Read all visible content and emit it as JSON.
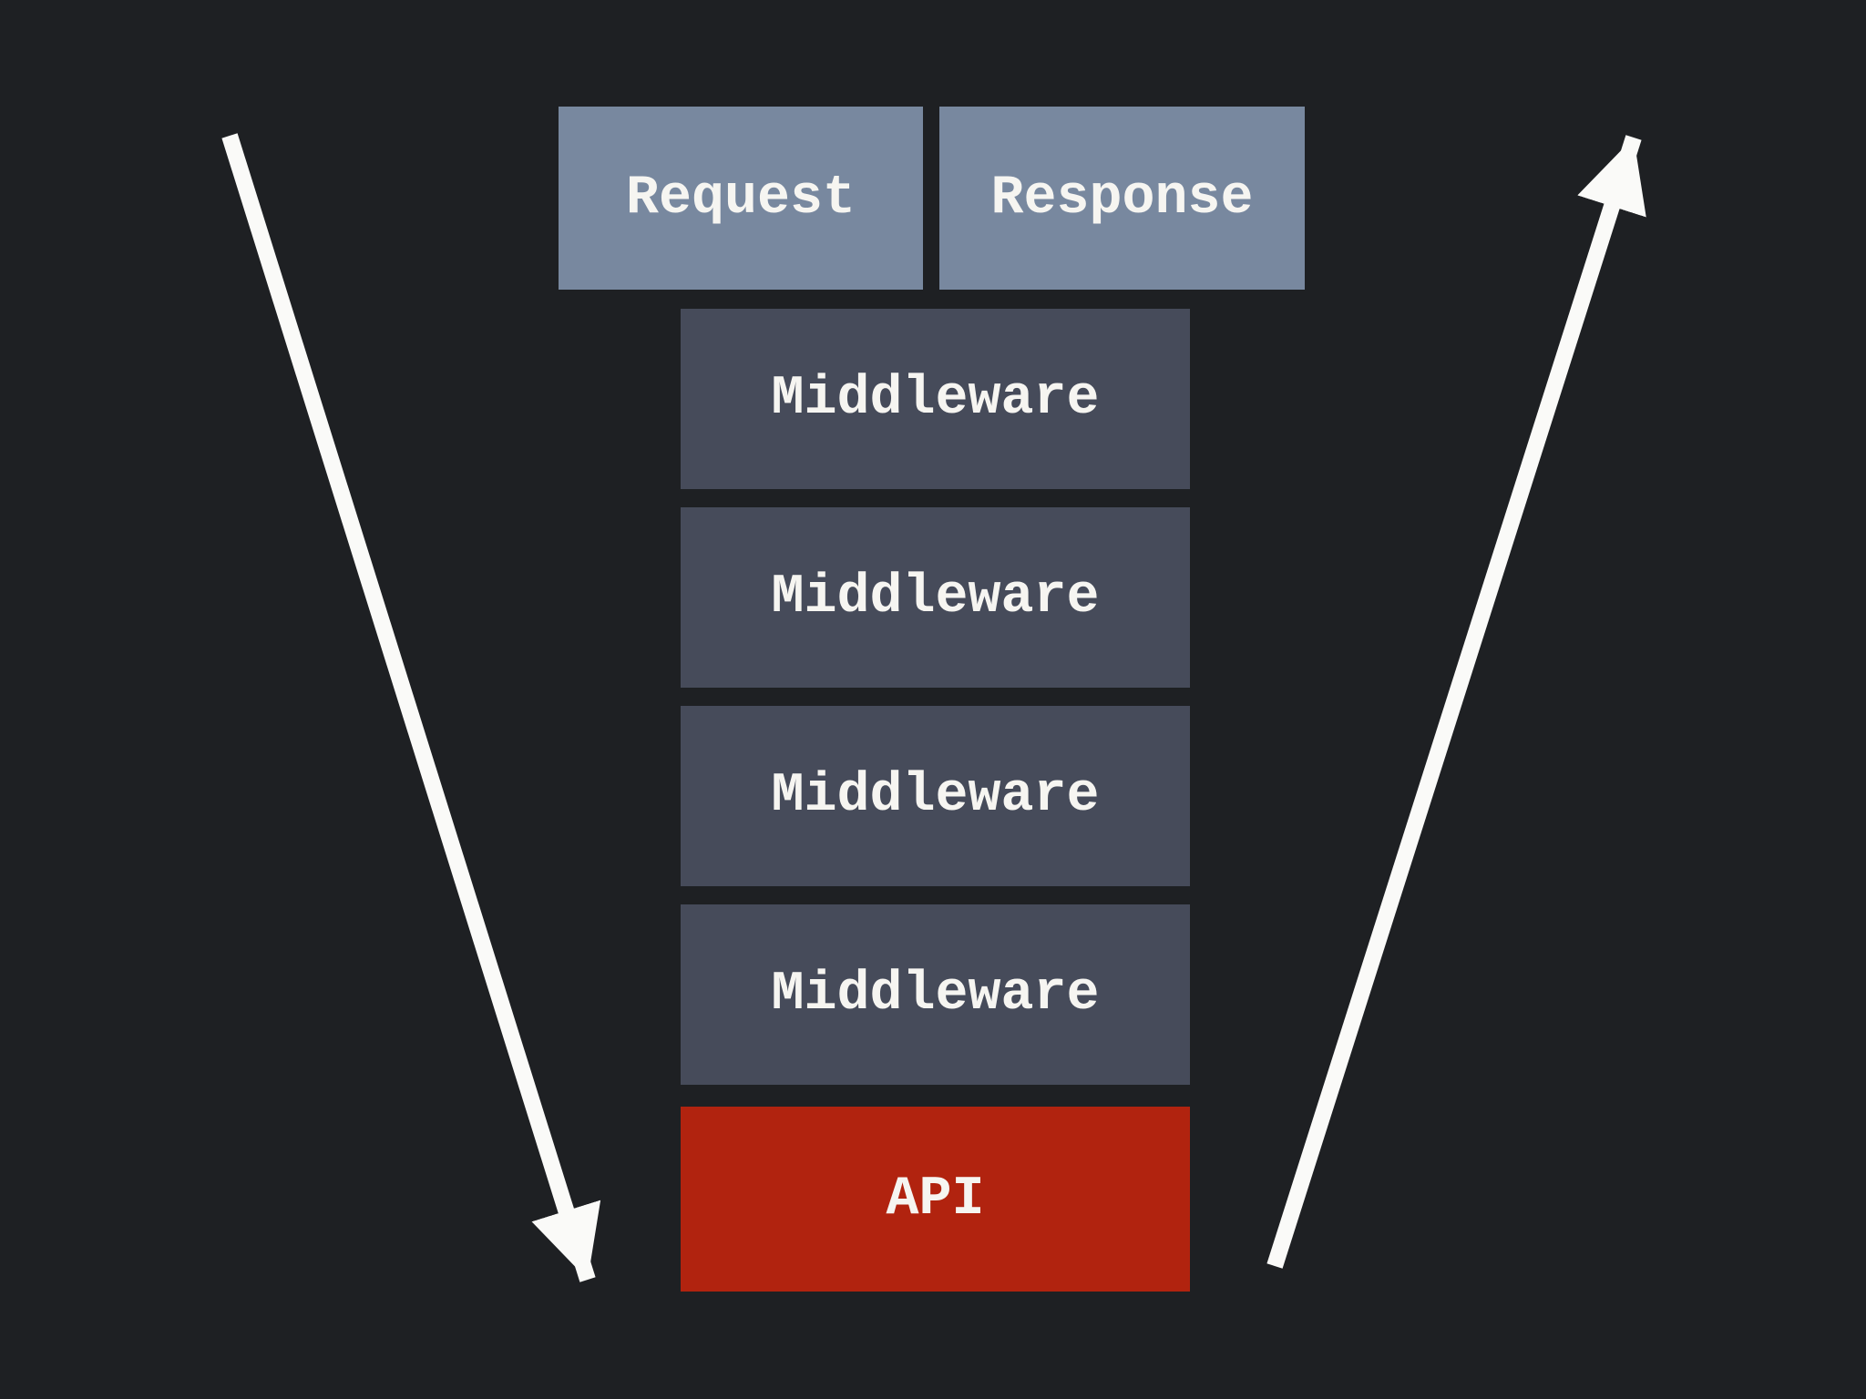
{
  "diagram": {
    "request_label": "Request",
    "response_label": "Response",
    "middleware_labels": [
      "Middleware",
      "Middleware",
      "Middleware",
      "Middleware"
    ],
    "api_label": "API",
    "arrows": {
      "down_arrow_meaning": "request flows down through middleware to API",
      "up_arrow_meaning": "response flows up from API through middleware"
    },
    "colors": {
      "background": "#1e2023",
      "request_response_fill": "#78889f",
      "middleware_fill": "#464b5a",
      "api_fill": "#b1230f",
      "text": "#f6f5f1",
      "arrow": "#fafaf8"
    }
  }
}
